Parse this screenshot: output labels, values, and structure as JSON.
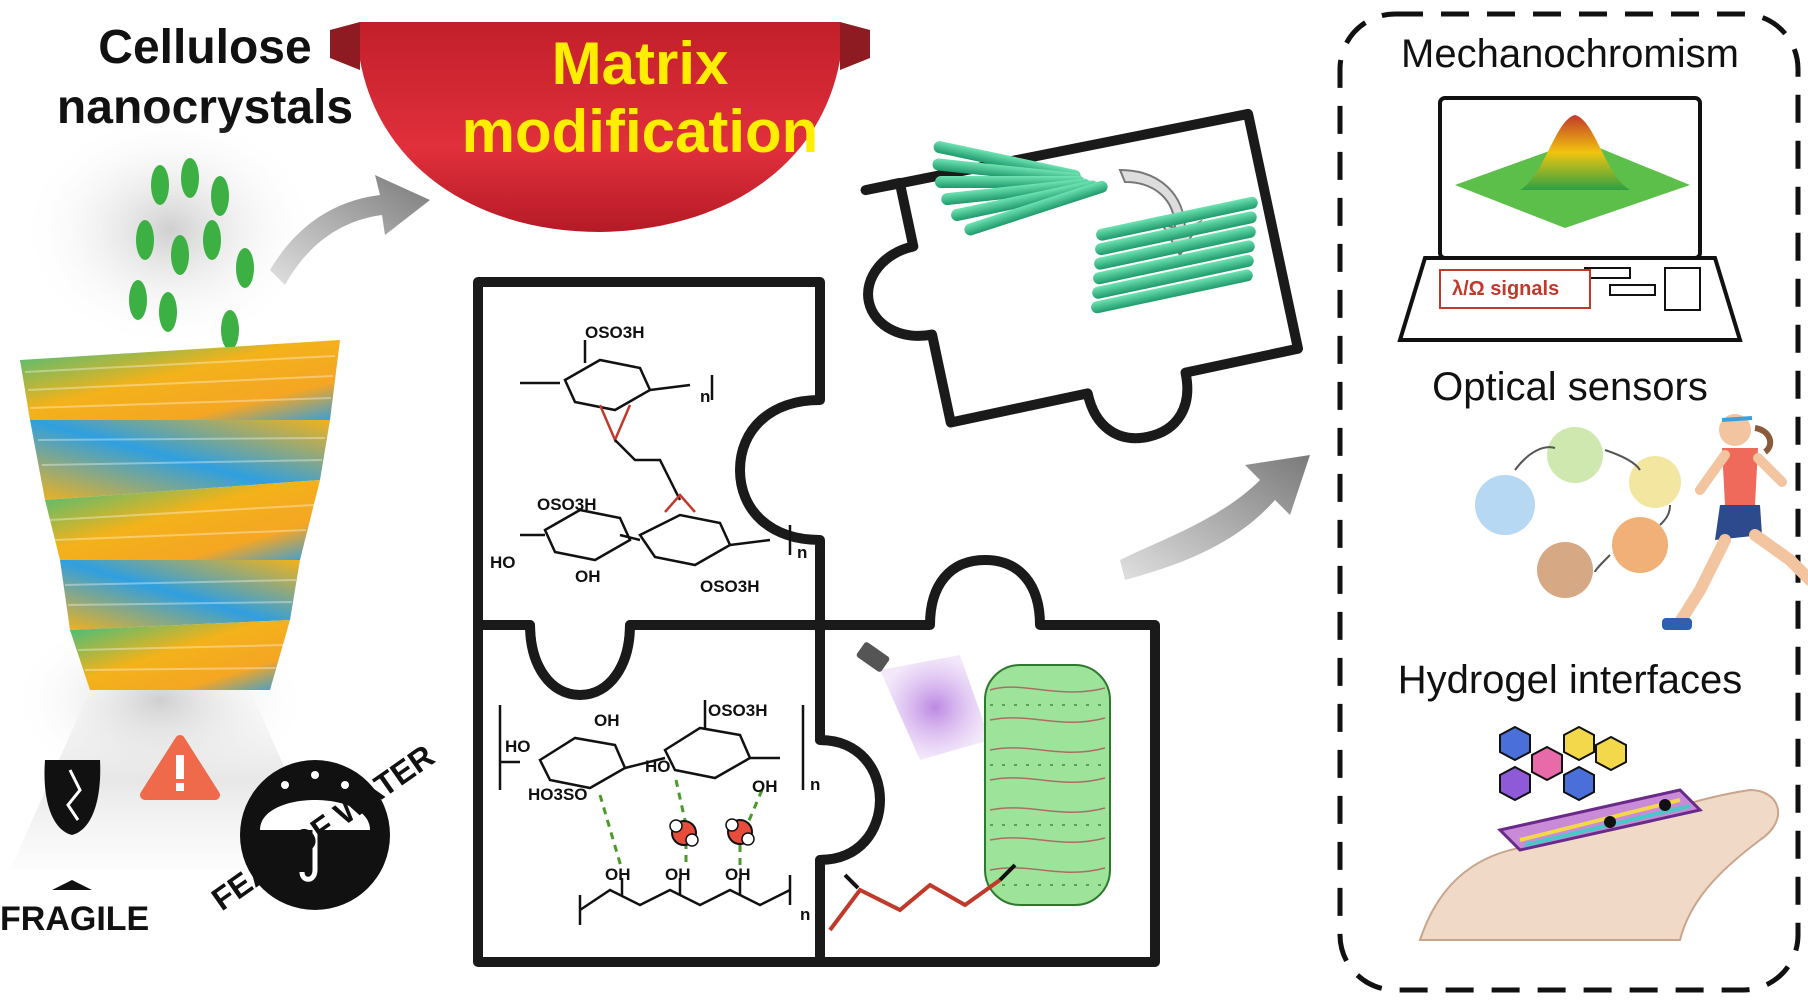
{
  "left": {
    "title_line1": "Cellulose",
    "title_line2": "nanocrystals",
    "fragile_label": "FRAGILE",
    "water_label": "FEAR OF WATER"
  },
  "banner": {
    "line1": "Matrix",
    "line2": "modification",
    "color": "#d82a35",
    "text_color": "#ffee00"
  },
  "chem": {
    "top_oso3h_1": "OSO3H",
    "top_oso3h_2": "OSO3H",
    "top_oso3h_3": "OSO3H",
    "top_ho": "HO",
    "top_oh": "OH",
    "top_n1": "n",
    "top_n2": "n",
    "bot_oso3h": "OSO3H",
    "bot_ho1": "HO",
    "bot_oh1": "OH",
    "bot_ho2": "HO",
    "bot_oh2": "OH",
    "bot_hoso3": "HO3SO",
    "bot_n": "n",
    "pva_oh1": "OH",
    "pva_oh2": "OH",
    "pva_oh3": "OH",
    "pva_n": "n"
  },
  "apps": {
    "mechano_title": "Mechanochromism",
    "screen_label": "λ/Ω signals",
    "optical_title": "Optical sensors",
    "hydrogel_title": "Hydrogel interfaces"
  },
  "colors": {
    "rod_green": "#2fbf8a",
    "rod_yellow": "#f3b21a",
    "rod_blue": "#2f9fe0",
    "accent_red": "#c0392b",
    "uv_purple": "#9b59d0"
  }
}
